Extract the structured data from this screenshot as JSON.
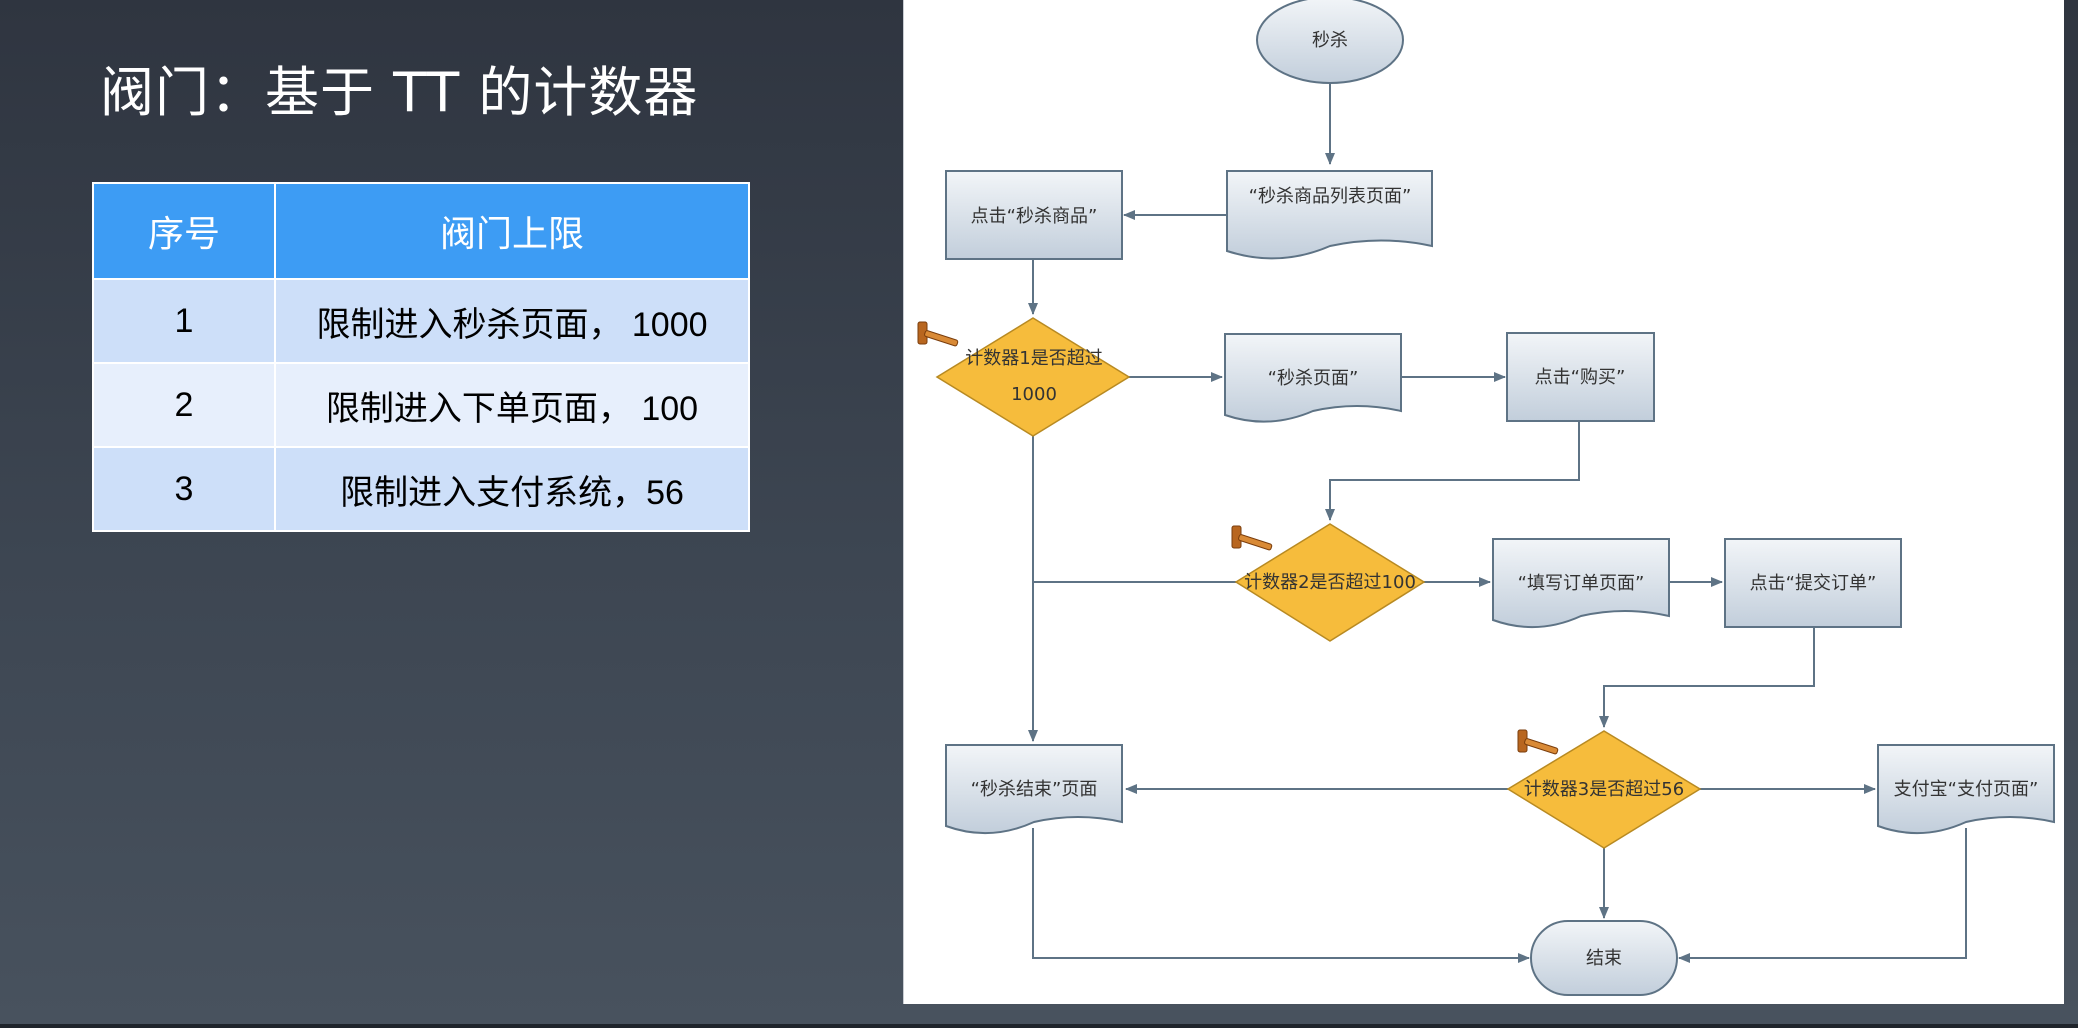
{
  "slide": {
    "title": "阀门：基于 TT 的计数器"
  },
  "table": {
    "headers": [
      "序号",
      "阀门上限"
    ],
    "rows": [
      {
        "index": "1",
        "limit": "限制进入秒杀页面，  1000"
      },
      {
        "index": "2",
        "limit": "限制进入下单页面，  100"
      },
      {
        "index": "3",
        "limit": "限制进入支付系统，56"
      }
    ]
  },
  "flowchart": {
    "nodes": {
      "start": "秒杀",
      "list_page": "“秒杀商品列表页面”",
      "click_item": "点击“秒杀商品”",
      "counter1_line1": "计数器1是否超过",
      "counter1_line2": "1000",
      "seckill_page": "“秒杀页面”",
      "click_buy": "点击“购买”",
      "counter2": "计数器2是否超过100",
      "order_page": "“填写订单页面”",
      "submit_order": "点击“提交订单”",
      "end_page": "“秒杀结束”页面",
      "counter3": "计数器3是否超过56",
      "alipay": "支付宝“支付页面”",
      "end": "结束"
    },
    "colors": {
      "process_fill_top": "#f2f5f8",
      "process_fill_bottom": "#c2cedb",
      "decision_fill": "#f6bc3c",
      "edge": "#5e7385",
      "header_blue": "#3d9cf4"
    },
    "icons": [
      "gavel-icon",
      "gavel-icon",
      "gavel-icon"
    ]
  }
}
